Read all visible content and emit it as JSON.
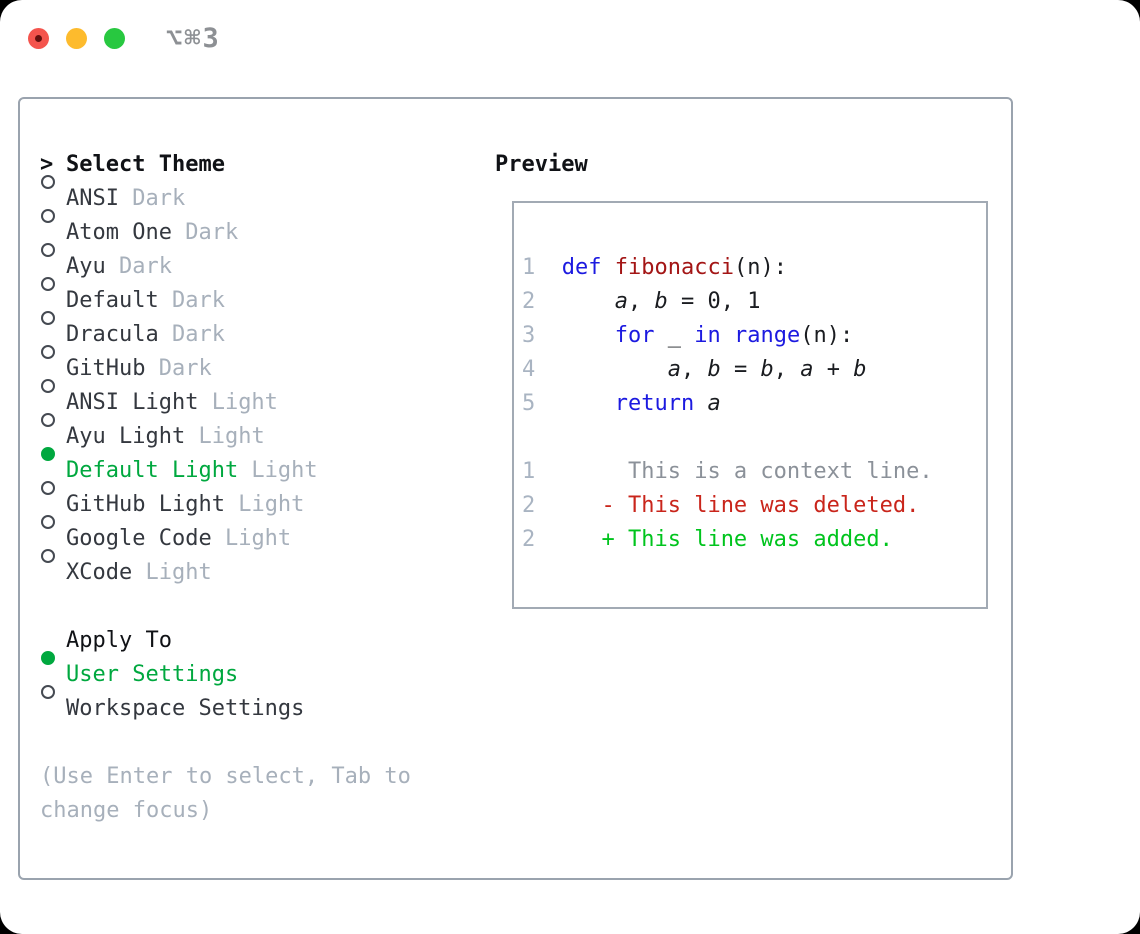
{
  "titlebar": {
    "shortcut": "⌥⌘3",
    "buttons": [
      "close",
      "minimize",
      "zoom"
    ]
  },
  "theme_panel": {
    "header": {
      "cursor": ">",
      "label": "Select Theme"
    },
    "themes": [
      {
        "name": "ANSI",
        "variant": "Dark",
        "selected": false
      },
      {
        "name": "Atom One",
        "variant": "Dark",
        "selected": false
      },
      {
        "name": "Ayu",
        "variant": "Dark",
        "selected": false
      },
      {
        "name": "Default",
        "variant": "Dark",
        "selected": false
      },
      {
        "name": "Dracula",
        "variant": "Dark",
        "selected": false
      },
      {
        "name": "GitHub",
        "variant": "Dark",
        "selected": false
      },
      {
        "name": "ANSI Light",
        "variant": "Light",
        "selected": false
      },
      {
        "name": "Ayu Light",
        "variant": "Light",
        "selected": false
      },
      {
        "name": "Default Light",
        "variant": "Light",
        "selected": true
      },
      {
        "name": "GitHub Light",
        "variant": "Light",
        "selected": false
      },
      {
        "name": "Google Code",
        "variant": "Light",
        "selected": false
      },
      {
        "name": "XCode",
        "variant": "Light",
        "selected": false
      }
    ],
    "apply_to": {
      "label": "Apply To",
      "options": [
        {
          "label": "User Settings",
          "selected": true
        },
        {
          "label": "Workspace Settings",
          "selected": false
        }
      ]
    },
    "help_lines": [
      "(Use Enter to select, Tab to",
      "change focus)"
    ]
  },
  "preview_panel": {
    "title": "Preview",
    "lines": [
      [
        {
          "t": "1  ",
          "c": "ln"
        },
        {
          "t": "def",
          "c": "kw"
        },
        {
          "t": " ",
          "c": "pl"
        },
        {
          "t": "fibonacci",
          "c": "fn"
        },
        {
          "t": "(n):",
          "c": "pl"
        }
      ],
      [
        {
          "t": "2  ",
          "c": "ln"
        },
        {
          "t": "    ",
          "c": "pl"
        },
        {
          "t": "a",
          "c": "v"
        },
        {
          "t": ", ",
          "c": "pl"
        },
        {
          "t": "b",
          "c": "v"
        },
        {
          "t": " = 0, 1",
          "c": "pl"
        }
      ],
      [
        {
          "t": "3  ",
          "c": "ln"
        },
        {
          "t": "    ",
          "c": "pl"
        },
        {
          "t": "for",
          "c": "kw"
        },
        {
          "t": " _ ",
          "c": "pl"
        },
        {
          "t": "in",
          "c": "kw"
        },
        {
          "t": " ",
          "c": "pl"
        },
        {
          "t": "range",
          "c": "kw"
        },
        {
          "t": "(n):",
          "c": "pl"
        }
      ],
      [
        {
          "t": "4  ",
          "c": "ln"
        },
        {
          "t": "        ",
          "c": "pl"
        },
        {
          "t": "a",
          "c": "v"
        },
        {
          "t": ", ",
          "c": "pl"
        },
        {
          "t": "b",
          "c": "v"
        },
        {
          "t": " = ",
          "c": "pl"
        },
        {
          "t": "b",
          "c": "v"
        },
        {
          "t": ", ",
          "c": "pl"
        },
        {
          "t": "a",
          "c": "v"
        },
        {
          "t": " + ",
          "c": "pl"
        },
        {
          "t": "b",
          "c": "v"
        }
      ],
      [
        {
          "t": "5  ",
          "c": "ln"
        },
        {
          "t": "    ",
          "c": "pl"
        },
        {
          "t": "return",
          "c": "kw"
        },
        {
          "t": " ",
          "c": "pl"
        },
        {
          "t": "a",
          "c": "v"
        }
      ],
      [],
      [
        {
          "t": "1  ",
          "c": "ln"
        },
        {
          "t": "     This is a context line.",
          "c": "ctx"
        }
      ],
      [
        {
          "t": "2  ",
          "c": "ln"
        },
        {
          "t": "   - This line was deleted.",
          "c": "del"
        }
      ],
      [
        {
          "t": "2  ",
          "c": "ln"
        },
        {
          "t": "   + This line was added.",
          "c": "add"
        }
      ]
    ]
  },
  "colors": {
    "selected_green": "#00a83f",
    "keyword_blue": "#1c1ae0",
    "function_red": "#a31515",
    "diff_deleted_red": "#c9251b",
    "diff_added_green": "#00c41d",
    "muted_gray": "#a7b0bb",
    "panel_border": "#9aa3ae",
    "traffic_red": "#f4544d",
    "traffic_yellow": "#fdbb2d",
    "traffic_green": "#28c840"
  }
}
